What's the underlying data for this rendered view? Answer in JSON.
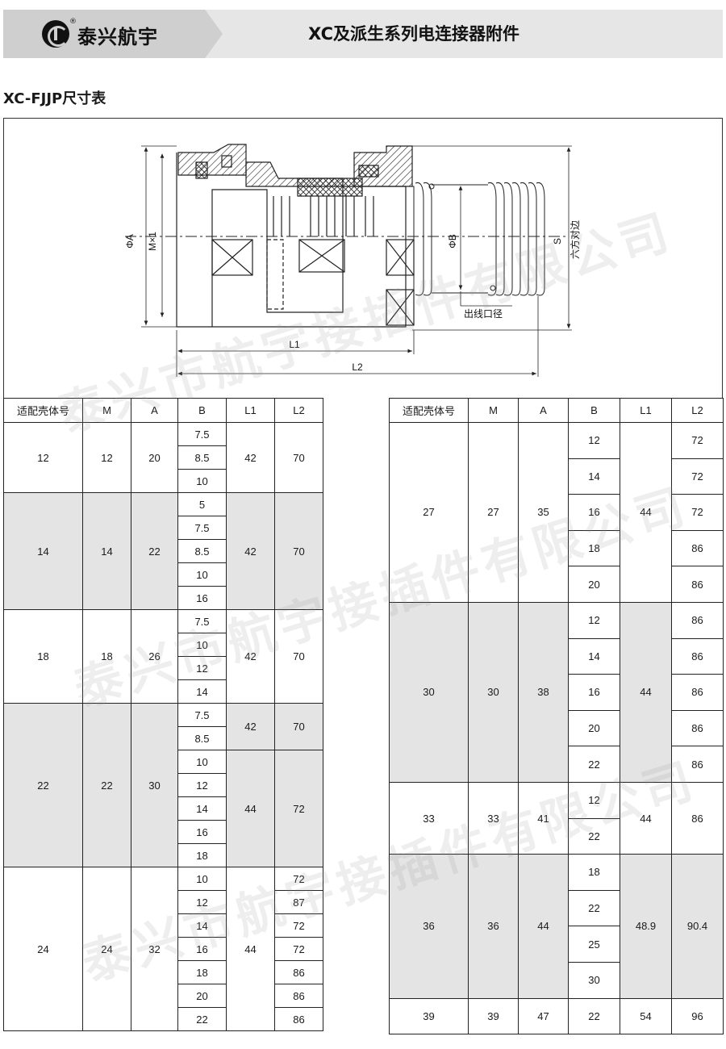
{
  "header": {
    "brand": "泰兴航宇",
    "reg_mark": "®",
    "title": "XC及派生系列电连接器附件"
  },
  "section_title": "XC-FJJP尺寸表",
  "drawing_labels": {
    "phi_a": "ΦA",
    "m": "M×1",
    "phi_b": "ΦB",
    "s": "S",
    "hex": "六方对边",
    "outlet": "出线口径",
    "l1": "L1",
    "l2": "L2"
  },
  "table_headers": [
    "适配壳体号",
    "M",
    "A",
    "B",
    "L1",
    "L2"
  ],
  "left_table": {
    "groups": [
      {
        "shell": "12",
        "m": "12",
        "a": "20",
        "b": [
          "7.5",
          "8.5",
          "10"
        ],
        "l1": "42",
        "l2": "70"
      },
      {
        "shell": "14",
        "m": "14",
        "a": "22",
        "b": [
          "5",
          "7.5",
          "8.5",
          "10",
          "16"
        ],
        "l1": "42",
        "l2": "70"
      },
      {
        "shell": "18",
        "m": "18",
        "a": "26",
        "b": [
          "7.5",
          "10",
          "12",
          "14"
        ],
        "l1": "42",
        "l2": "70"
      },
      {
        "shell": "22",
        "m": "22",
        "a": "30",
        "b": [
          "7.5",
          "8.5",
          "10",
          "12",
          "14",
          "16",
          "18"
        ],
        "l1_a": "42",
        "l2_a": "70",
        "l1_b": "44",
        "l2_b": "72"
      },
      {
        "shell": "24",
        "m": "24",
        "a": "32",
        "b": [
          "10",
          "12",
          "14",
          "16",
          "18",
          "20",
          "22"
        ],
        "l1": "44",
        "l2": [
          "72",
          "87",
          "72",
          "72",
          "86",
          "86",
          "86"
        ]
      }
    ]
  },
  "right_table": {
    "groups": [
      {
        "shell": "27",
        "m": "27",
        "a": "35",
        "b": [
          "12",
          "14",
          "16",
          "18",
          "20"
        ],
        "l1": "44",
        "l2": [
          "72",
          "72",
          "72",
          "86",
          "86"
        ]
      },
      {
        "shell": "30",
        "m": "30",
        "a": "38",
        "b": [
          "12",
          "14",
          "16",
          "20",
          "22"
        ],
        "l1": "44",
        "l2": [
          "86",
          "86",
          "86",
          "86",
          "86"
        ]
      },
      {
        "shell": "33",
        "m": "33",
        "a": "41",
        "b": [
          "12",
          "22"
        ],
        "l1": "44",
        "l2": "86"
      },
      {
        "shell": "36",
        "m": "36",
        "a": "44",
        "b": [
          "18",
          "22",
          "25",
          "30"
        ],
        "l1": "48.9",
        "l2": "90.4"
      },
      {
        "shell": "39",
        "m": "39",
        "a": "47",
        "b": [
          "22"
        ],
        "l1": "54",
        "l2": "96"
      }
    ]
  },
  "watermark": "泰兴市航宇接插件有限公司"
}
